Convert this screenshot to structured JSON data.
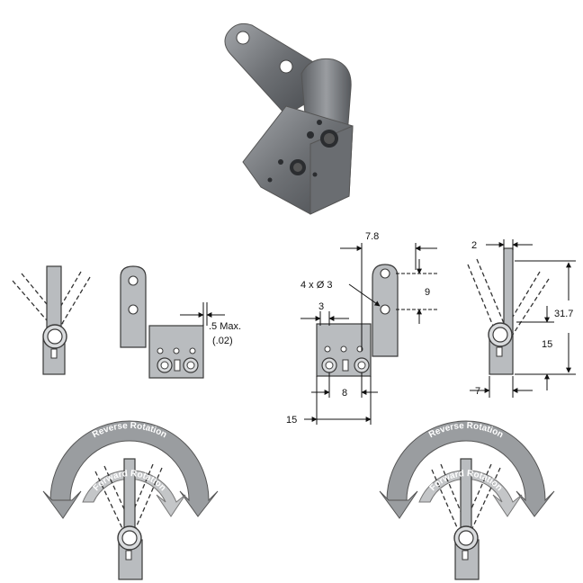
{
  "colors": {
    "part_fill": "#b9bcbf",
    "part_stroke": "#3a3a3a",
    "metal": "#7d8084",
    "reverse_arrow": "#9a9da0",
    "forward_arrow": "#c4c6c8"
  },
  "dimensions": {
    "offset_max": ".5 Max.",
    "offset_max_in": "(.02)",
    "width_top": "7.8",
    "hole_callout": "4 x Ø 3",
    "hole_spacing": "9",
    "edge_3": "3",
    "hole_pitch": "8",
    "total_15": "15",
    "thickness_2": "2",
    "height_31_7": "31.7",
    "height_15": "15",
    "width_7": "7"
  },
  "labels": {
    "reverse_left": "Reverse Rotation",
    "forward_left": "Forward Rotation",
    "reverse_right": "Reverse Rotation",
    "forward_right": "Forward Rotation"
  }
}
